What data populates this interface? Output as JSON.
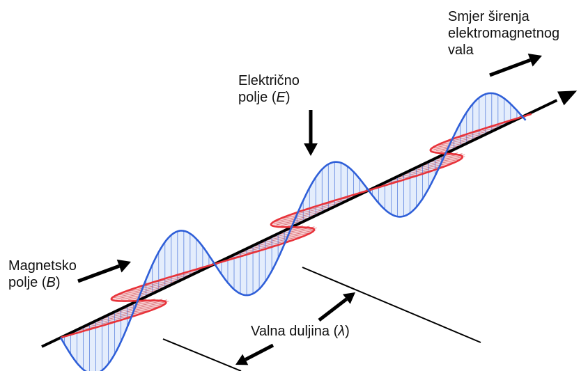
{
  "labels": {
    "electric_line1": "Električno",
    "electric_line2_prefix": "polje (",
    "electric_symbol": "E",
    "electric_line2_suffix": ")",
    "magnetic_line1": "Magnetsko",
    "magnetic_line2_prefix": "polje (",
    "magnetic_symbol": "B",
    "magnetic_line2_suffix": ")",
    "direction_line1": "Smjer širenja",
    "direction_line2": "elektromagnetnog",
    "direction_line3": "vala",
    "wavelength_prefix": "Valna duljina (",
    "wavelength_symbol": "λ",
    "wavelength_suffix": ")"
  },
  "colors": {
    "electric_wave": "#2f5fd8",
    "electric_fill": "#dbe7fb",
    "electric_hatch": "#3a68d8",
    "magnetic_wave": "#e8333a",
    "magnetic_fill": "#f7c4c7",
    "magnetic_hatch": "#c94049",
    "axis": "#000000",
    "arrows": "#000000"
  }
}
